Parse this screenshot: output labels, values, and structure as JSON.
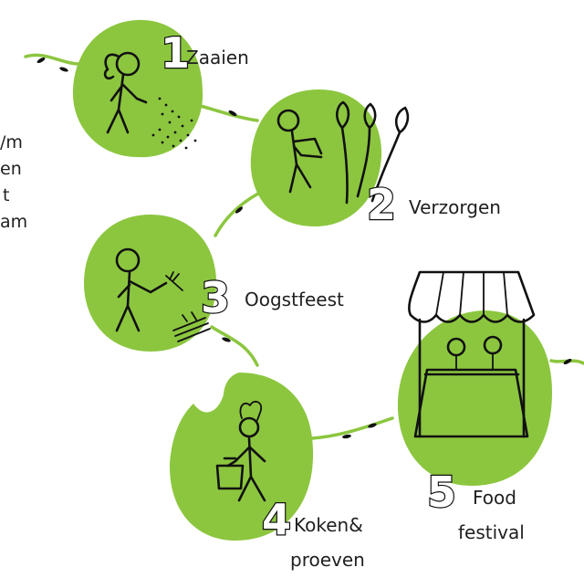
{
  "side_text": [
    "/m",
    "en",
    "t",
    "am"
  ],
  "steps": [
    {
      "number": "1",
      "label": "Zaaien"
    },
    {
      "number": "2",
      "label": "Verzorgen"
    },
    {
      "number": "3",
      "label": "Oogstfeest"
    },
    {
      "number": "4",
      "label": "Koken&",
      "label2": "proeven"
    },
    {
      "number": "5",
      "label": "Food",
      "label2": "festival"
    }
  ],
  "colors": {
    "circle": "#8cc63f",
    "ink": "#111111",
    "vine": "#8cc63f"
  }
}
